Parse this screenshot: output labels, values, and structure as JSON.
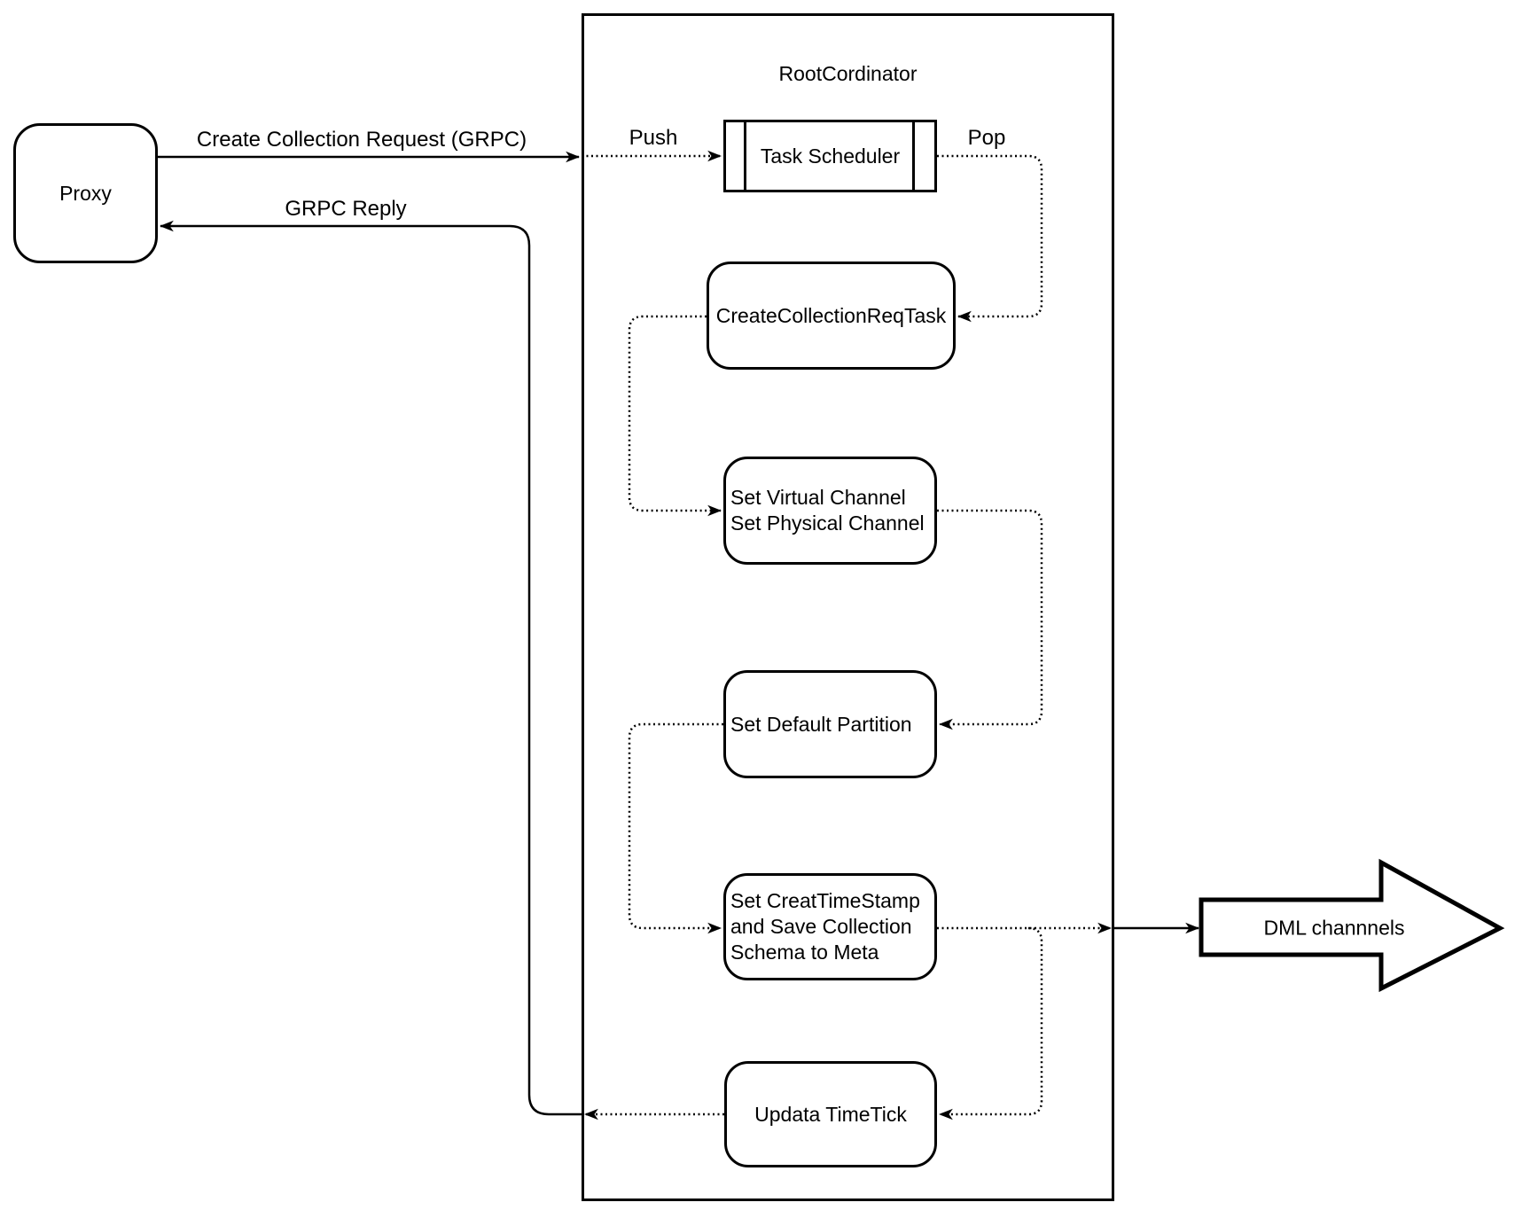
{
  "diagram": {
    "proxy": {
      "label": "Proxy"
    },
    "root": {
      "title": "RootCordinator"
    },
    "task_scheduler": {
      "label": "Task Scheduler"
    },
    "create_collection_req_task": {
      "label": "CreateCollectionReqTask"
    },
    "set_channels": {
      "line1": "Set Virtual Channel",
      "line2": "Set Physical Channel"
    },
    "set_default_partition": {
      "label": "Set Default Partition"
    },
    "set_timestamp": {
      "line1": "Set CreatTimeStamp",
      "line2": "and Save Collection",
      "line3": "Schema to Meta"
    },
    "updata_timetick": {
      "label": "Updata TimeTick"
    },
    "dml_channels": {
      "label": "DML channnels"
    },
    "edges": {
      "create_collection_request": "Create Collection Request (GRPC)",
      "grpc_reply": "GRPC Reply",
      "push": "Push",
      "pop": "Pop"
    },
    "colors": {
      "stroke": "#000000",
      "background": "#ffffff"
    }
  }
}
